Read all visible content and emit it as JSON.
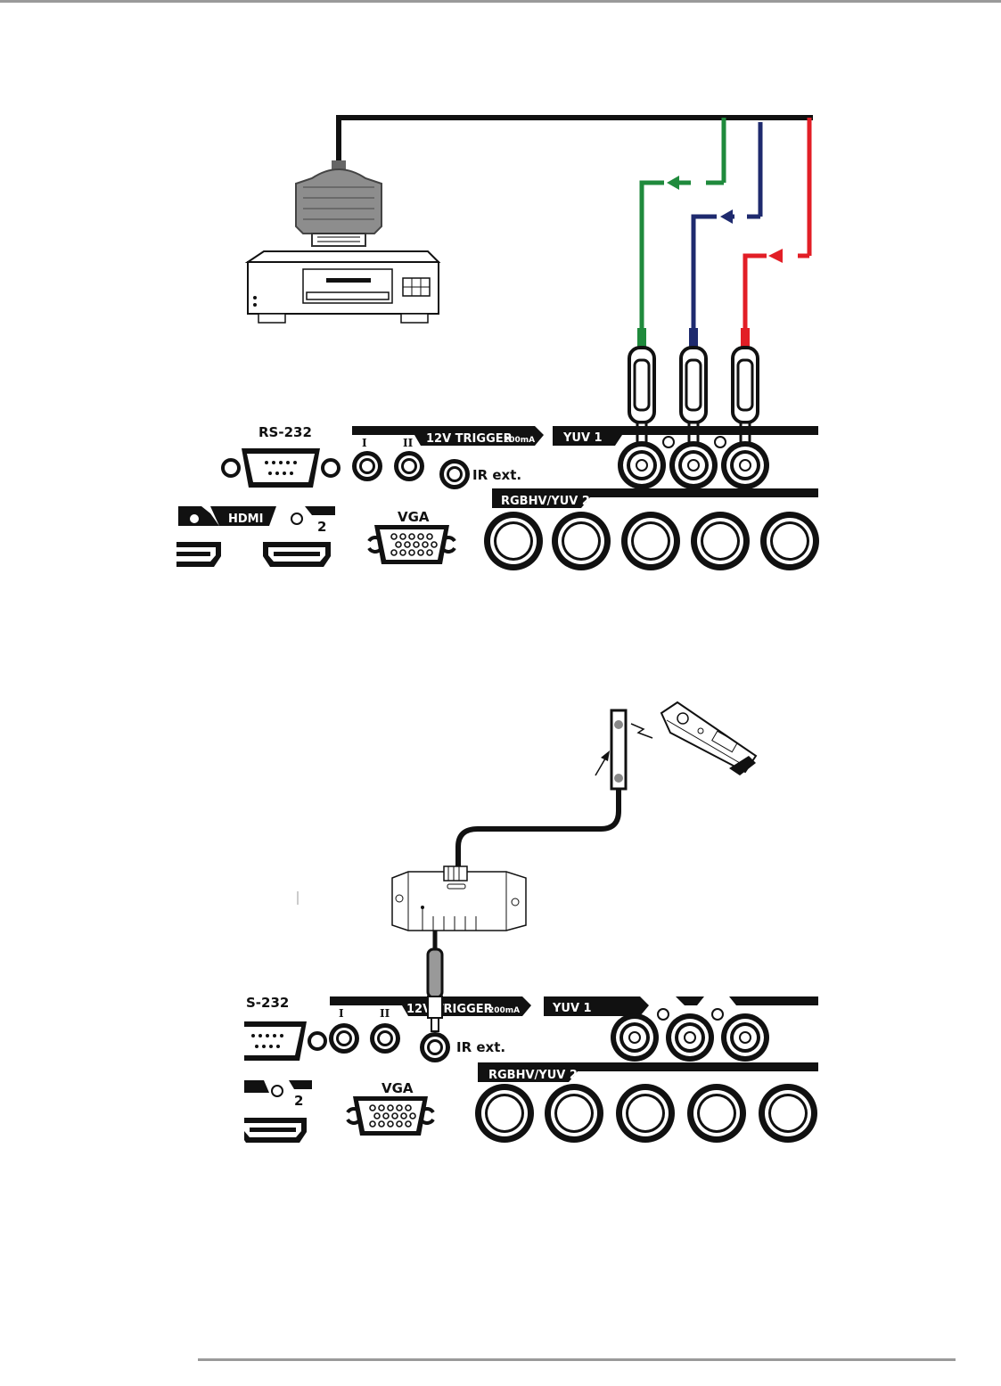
{
  "colors": {
    "green": "#1f8a3c",
    "blue": "#1e2a6e",
    "red": "#e21e26",
    "black": "#111111",
    "gray": "#999999"
  },
  "diagram1": {
    "rs232": "RS-232",
    "trigger": "12V TRIGGER",
    "trigger_rating": "200mA",
    "trig_i": "I",
    "trig_ii": "II",
    "ir_ext": "IR ext.",
    "yuv1": "YUV 1",
    "hdmi": "HDMI",
    "hdmi2": "2",
    "vga": "VGA",
    "rgbhv": "RGBHV/YUV 2"
  },
  "diagram2": {
    "rs232": "S-232",
    "trigger": "12V TRIGGER",
    "trigger_rating": "200mA",
    "trig_i": "I",
    "trig_ii": "II",
    "ir_ext": "IR ext.",
    "yuv1": "YUV 1",
    "hdmi2": "2",
    "vga": "VGA",
    "rgbhv": "RGBHV/YUV 2"
  }
}
